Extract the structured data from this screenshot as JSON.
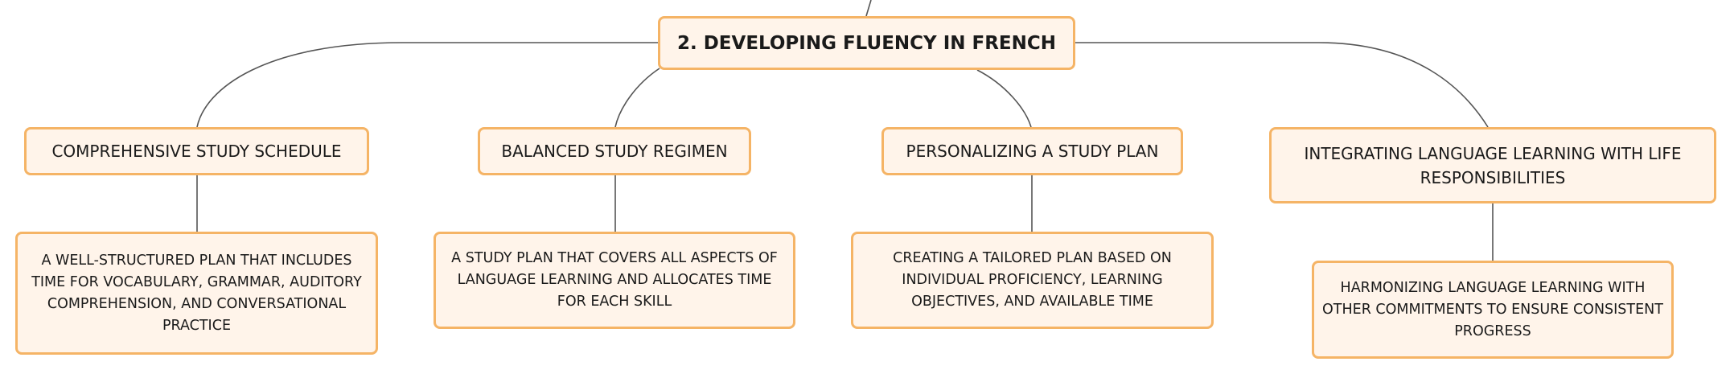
{
  "diagram": {
    "root": {
      "label": "2. DEVELOPING FLUENCY IN FRENCH"
    },
    "branches": [
      {
        "label": "COMPREHENSIVE STUDY SCHEDULE",
        "detail": "A WELL-STRUCTURED PLAN THAT INCLUDES TIME FOR VOCABULARY, GRAMMAR, AUDITORY COMPREHENSION, AND CONVERSATIONAL PRACTICE"
      },
      {
        "label": "BALANCED STUDY REGIMEN",
        "detail": "A STUDY PLAN THAT COVERS ALL ASPECTS OF LANGUAGE LEARNING AND ALLOCATES TIME FOR EACH SKILL"
      },
      {
        "label": "PERSONALIZING A STUDY PLAN",
        "detail": "CREATING A TAILORED PLAN BASED ON INDIVIDUAL PROFICIENCY, LEARNING OBJECTIVES, AND AVAILABLE TIME"
      },
      {
        "label": "INTEGRATING LANGUAGE LEARNING WITH LIFE RESPONSIBILITIES",
        "detail": "HARMONIZING LANGUAGE LEARNING WITH OTHER COMMITMENTS TO ENSURE CONSISTENT PROGRESS"
      }
    ],
    "colors": {
      "node_fill": "#fff4ea",
      "node_border": "#f5b466",
      "connector": "#555555",
      "text": "#1a1a1a"
    }
  }
}
